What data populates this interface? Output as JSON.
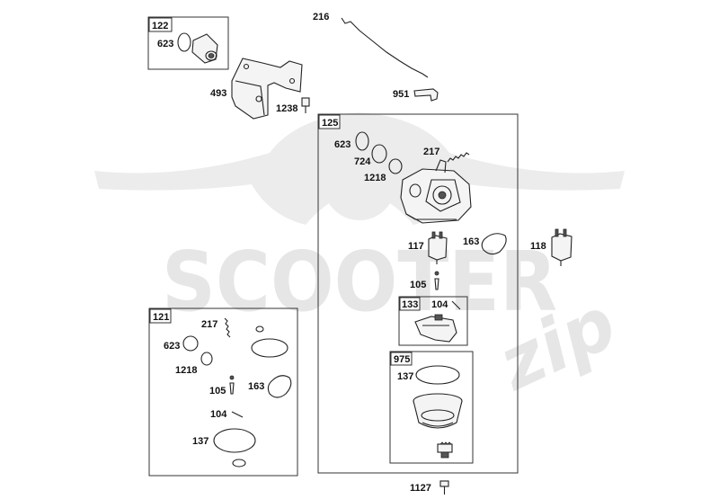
{
  "watermark": {
    "brand": "SCOOTER",
    "script": "zip"
  },
  "groups": {
    "g122": {
      "number": "122"
    },
    "g125": {
      "number": "125"
    },
    "g121": {
      "number": "121"
    },
    "g133": {
      "number": "133"
    },
    "g975": {
      "number": "975"
    }
  },
  "labels": {
    "l216": "216",
    "l623_a": "623",
    "l493": "493",
    "l1238": "1238",
    "l951": "951",
    "l623_b": "623",
    "l724": "724",
    "l1218_a": "1218",
    "l217_a": "217",
    "l117": "117",
    "l163_a": "163",
    "l118": "118",
    "l105_a": "105",
    "l104_a": "104",
    "l137_a": "137",
    "l217_b": "217",
    "l623_c": "623",
    "l1218_b": "1218",
    "l105_b": "105",
    "l163_b": "163",
    "l104_b": "104",
    "l137_b": "137",
    "l1127": "1127"
  }
}
